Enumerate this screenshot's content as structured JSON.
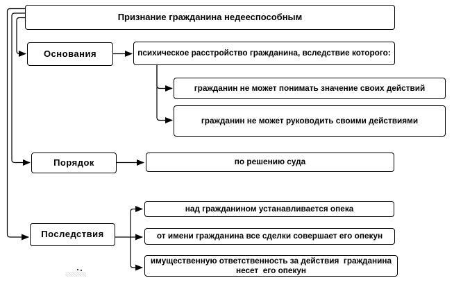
{
  "diagram": {
    "title": "Признание гражданина недееспособным",
    "branches": [
      {
        "label": "Основания",
        "detail": "психическое расстройство гражданина, вследствие которого:",
        "consequences": [
          "гражданин не может понимать значение своих действий",
          "гражданин не может руководить своими действиями"
        ]
      },
      {
        "label": "Порядок",
        "result": "по решению суда"
      },
      {
        "label": "Последствия",
        "effects": [
          "над гражданином устанавливается опека",
          "от имени гражданина все сделки совершает его опекун",
          "имущественную ответственность за действия  гражданина\nнесет  его опекун"
        ]
      }
    ]
  },
  "colors": {
    "line": "#000000",
    "box_border": "#000000",
    "box_fill": "#ffffff",
    "shadow_gray": "#5a5a5a"
  }
}
